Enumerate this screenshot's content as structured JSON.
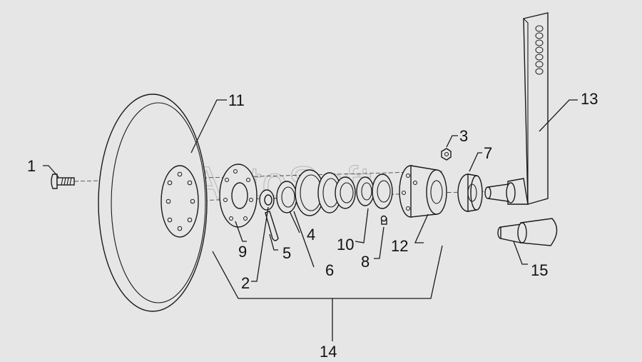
{
  "watermark": "AutoSoft",
  "callouts": {
    "c1": "1",
    "c2": "2",
    "c3": "3",
    "c4": "4",
    "c5": "5",
    "c6": "6",
    "c7": "7",
    "c8": "8",
    "c9": "9",
    "c10": "10",
    "c11": "11",
    "c12": "12",
    "c13": "13",
    "c14": "14",
    "c15": "15"
  },
  "colors": {
    "background": "#e6e6e6",
    "line": "#1a1a1a",
    "watermark": "#bdbdbd"
  }
}
